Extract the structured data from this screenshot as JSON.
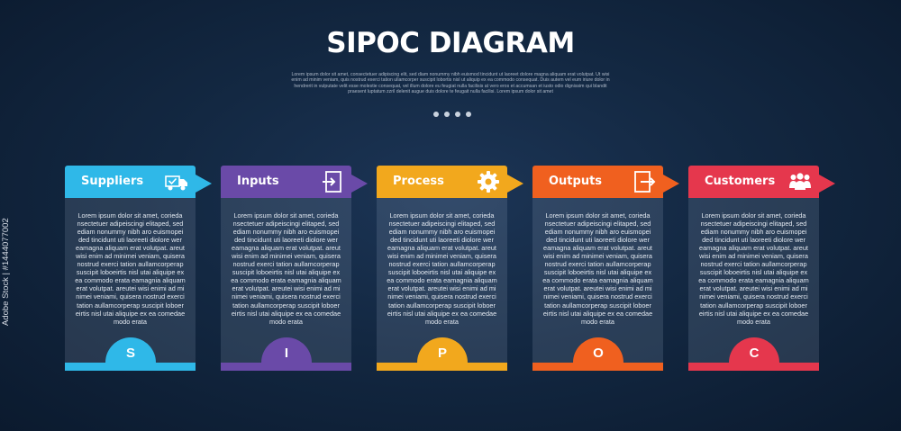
{
  "title": "SIPOC DIAGRAM",
  "subtitle": "Lorem ipsum dolor sit amet, consectetuer adipiscing elit, sed diam nonummy nibh euismod tincidunt ut laoreet dolore magna aliquam erat volutpat. Ut wisi enim ad minim veniam, quis nostrud exerci tation ullamcorper suscipit lobortis nisl ut aliquip ex ea commodo consequat. Duis autem vel eum iriure dolor in hendrerit in vulputate velit esse molestie consequat, vel illum dolore eu feugiat nulla facilisis at vero eros et accumsan et iusto odio dignissim qui blandit praesent luptatum zzril delenit augue duis dolore te feugait nulla facilisi. Lorem ipsum dolor sit amet",
  "watermark": "Adobe Stock | #1444077002",
  "cards": [
    {
      "label": "Suppliers",
      "letter": "S",
      "color": "#2fb8e8",
      "icon": "delivery-truck-icon",
      "text": "Lorem ipsum dolor sit amet, corieda nsectetuer adipeiscingi elitaped, sed ediam nonummy nibh aro euismopei ded tincidunt uti laoreeti diolore wer eamagna aliquam erat volutpat. areut wisi enim ad minimei veniam, quisera nostrud exerci tation aullamcorperap suscipit loboeirtis nisl utai aliquipe ex ea commodo erata eamagnia aliquam erat volutpat. areutei wisi enimi ad mi nimei veniami, quisera nostrud exerci tation aullamcorperap suscipit loboer eirtis nisl utai aliquipe ex ea comedae modo erata"
    },
    {
      "label": "Inputs",
      "letter": "I",
      "color": "#6a4aa8",
      "icon": "login-door-icon",
      "text": "Lorem ipsum dolor sit amet, corieda nsectetuer adipeiscingi elitaped, sed ediam nonummy nibh aro euismopei ded tincidunt uti laoreeti diolore wer eamagna aliquam erat volutpat. areut wisi enim ad minimei veniam, quisera nostrud exerci tation aullamcorperap suscipit loboeirtis nisl utai aliquipe ex ea commodo erata eamagnia aliquam erat volutpat. areutei wisi enimi ad mi nimei veniami, quisera nostrud exerci tation aullamcorperap suscipit loboer eirtis nisl utai aliquipe ex ea comedae modo erata"
    },
    {
      "label": "Process",
      "letter": "P",
      "color": "#f2a81d",
      "icon": "gear-icon",
      "text": "Lorem ipsum dolor sit amet, corieda nsectetuer adipeiscingi elitaped, sed ediam nonummy nibh aro euismopei ded tincidunt uti laoreeti diolore wer eamagna aliquam erat volutpat. areut wisi enim ad minimei veniam, quisera nostrud exerci tation aullamcorperap suscipit loboeirtis nisl utai aliquipe ex ea commodo erata eamagnia aliquam erat volutpat. areutei wisi enimi ad mi nimei veniami, quisera nostrud exerci tation aullamcorperap suscipit loboer eirtis nisl utai aliquipe ex ea comedae modo erata"
    },
    {
      "label": "Outputs",
      "letter": "O",
      "color": "#f0601f",
      "icon": "logout-door-icon",
      "text": "Lorem ipsum dolor sit amet, corieda nsectetuer adipeiscingi elitaped, sed ediam nonummy nibh aro euismopei ded tincidunt uti laoreeti diolore wer eamagna aliquam erat volutpat. areut wisi enim ad minimei veniam, quisera nostrud exerci tation aullamcorperap suscipit loboeirtis nisl utai aliquipe ex ea commodo erata eamagnia aliquam erat volutpat. areutei wisi enimi ad mi nimei veniami, quisera nostrud exerci tation aullamcorperap suscipit loboer eirtis nisl utai aliquipe ex ea comedae modo erata"
    },
    {
      "label": "Customers",
      "letter": "C",
      "color": "#e5374d",
      "icon": "people-group-icon",
      "text": "Lorem ipsum dolor sit amet, corieda nsectetuer adipeiscingi elitaped, sed ediam nonummy nibh aro euismopei ded tincidunt uti laoreeti diolore wer eamagna aliquam erat volutpat. areut wisi enim ad minimei veniam, quisera nostrud exerci tation aullamcorperap suscipit loboeirtis nisl utai aliquipe ex ea commodo erata eamagnia aliquam erat volutpat. areutei wisi enimi ad mi nimei veniami, quisera nostrud exerci tation aullamcorperap suscipit loboer eirtis nisl utai aliquipe ex ea comedae modo erata"
    }
  ]
}
